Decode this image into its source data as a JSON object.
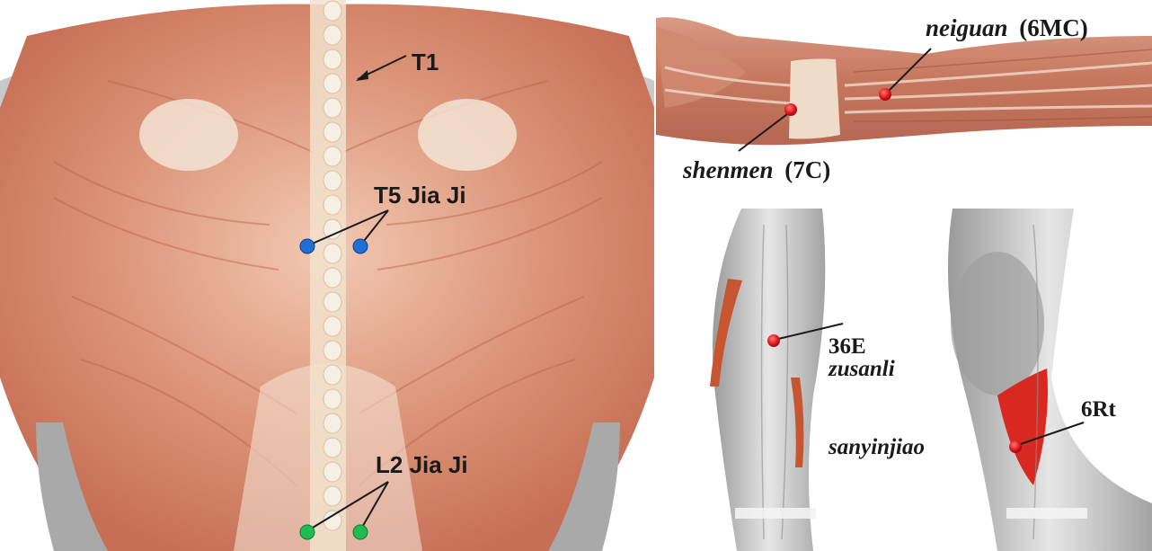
{
  "back_panel": {
    "labels": {
      "t1": "T1",
      "t5": "T5 Jia Ji",
      "l2": "L2 Jia Ji"
    },
    "colors": {
      "muscle": "#d88a70",
      "muscle_dark": "#b8614a",
      "spine": "#f1e2cc",
      "tendon": "#f5e8da",
      "blue_point": "#1f6fd6",
      "green_point": "#1fbb55"
    }
  },
  "forearm_panel": {
    "points": [
      {
        "name": "neiguan",
        "code": "(6MC)"
      },
      {
        "name": "shenmen",
        "code": "(7C)"
      }
    ]
  },
  "leg_panel": {
    "points": [
      {
        "code": "36E",
        "name": "zusanli"
      },
      {
        "code": "6Rt",
        "name": "sanyinjiao"
      }
    ]
  },
  "point_color": "#e0161c",
  "leader_color": "#1a1a1a"
}
